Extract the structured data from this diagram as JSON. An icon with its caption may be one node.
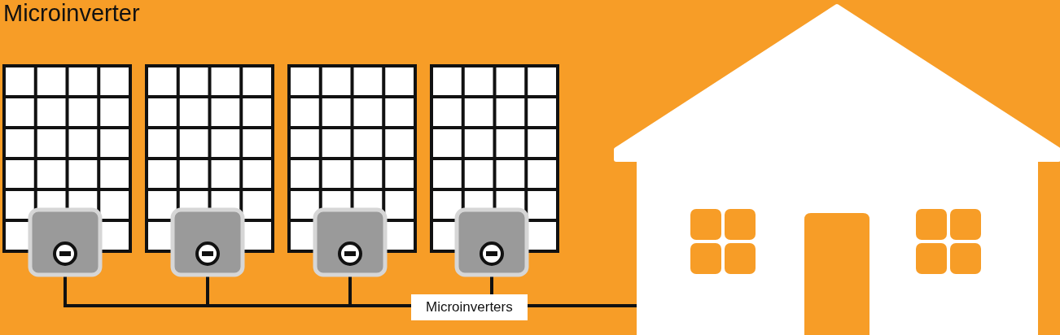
{
  "diagram": {
    "title": "Microinverter",
    "nodes": [
      {
        "text": [],
        "shape": "box"
      },
      {
        "text": [],
        "shape": "box"
      },
      {
        "text": [],
        "shape": "box"
      },
      {
        "text": [],
        "shape": "box"
      },
      {
        "text": [],
        "shape": "picture"
      }
    ],
    "edges": [
      {
        "from": 0,
        "to": 4,
        "arrow": "none"
      },
      {
        "from": 1,
        "to": 4,
        "arrow": "none"
      },
      {
        "from": 2,
        "to": 4,
        "arrow": "none"
      },
      {
        "from": 3,
        "to": 4,
        "arrow": "none"
      }
    ],
    "labels": [
      "Microinverters"
    ]
  }
}
